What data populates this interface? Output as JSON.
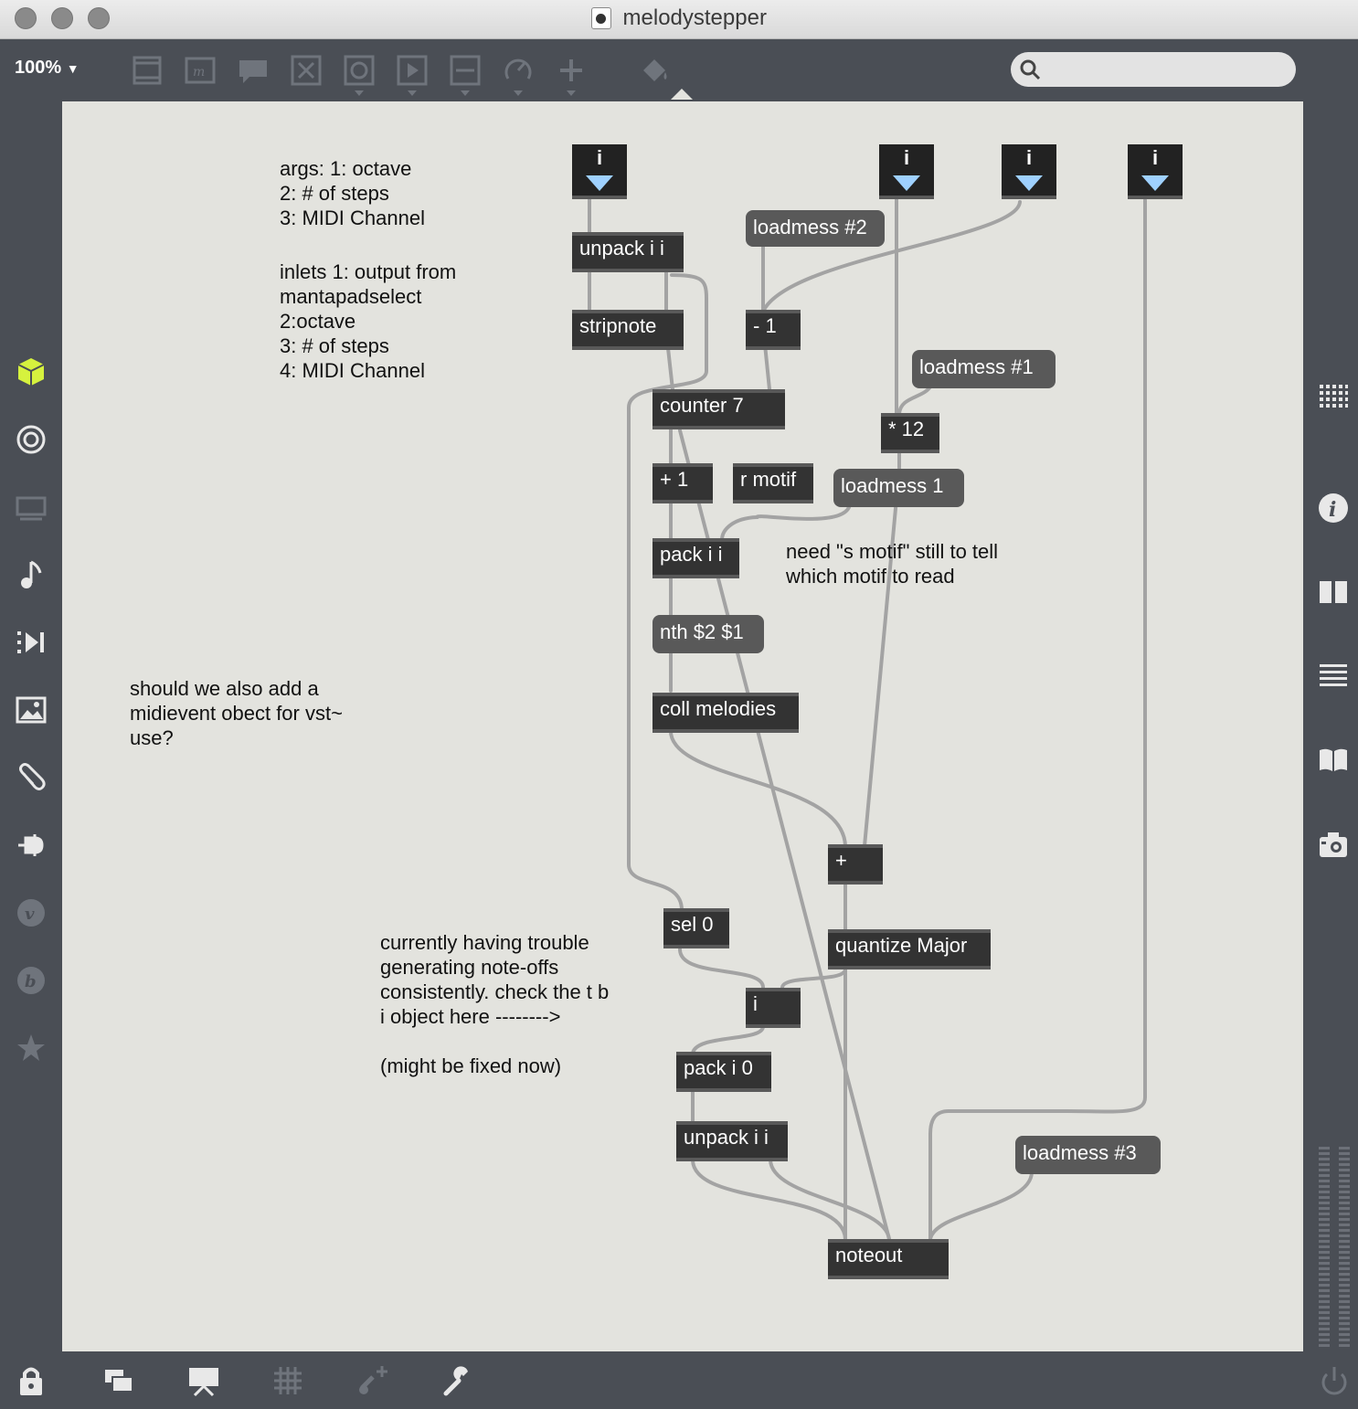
{
  "window": {
    "title": "melodystepper"
  },
  "toolbar": {
    "zoom": "100%",
    "search_placeholder": ""
  },
  "comments": {
    "args": "args: 1: octave\n2: # of steps\n3: MIDI Channel",
    "inlets": "inlets 1: output from\nmantapadselect\n2:octave\n3: # of steps\n4: MIDI Channel",
    "midievent": "should we also add a\nmidievent obect for vst~\nuse?",
    "motif": "need \"s motif\" still to tell\nwhich motif to read",
    "trouble": "currently having trouble\ngenerating note-offs\nconsistently. check the t b\ni object here -------->\n\n(might be fixed now)"
  },
  "inlets": [
    "i",
    "i",
    "i",
    "i"
  ],
  "objects": {
    "unpack1": "unpack i i",
    "stripnote": "stripnote",
    "loadmess2": "loadmess #2",
    "minus1": "- 1",
    "counter": "counter 7",
    "loadmess1hash": "loadmess #1",
    "times12": "* 12",
    "plus1": "+ 1",
    "rmotif": "r motif",
    "loadmess1": "loadmess 1",
    "packii": "pack i i",
    "nth": "nth $2 $1",
    "coll": "coll melodies",
    "plus": "+",
    "sel0": "sel 0",
    "quantize": "quantize Major",
    "iobj": "i",
    "packi0": "pack i 0",
    "unpack2": "unpack i i",
    "loadmess3": "loadmess #3",
    "noteout": "noteout"
  },
  "colors": {
    "canvas": "#e3e3de",
    "object": "#333333",
    "wire": "#a3a3a3",
    "accent": "#d6f23e",
    "inlet_triangle": "#9fd1ff"
  }
}
